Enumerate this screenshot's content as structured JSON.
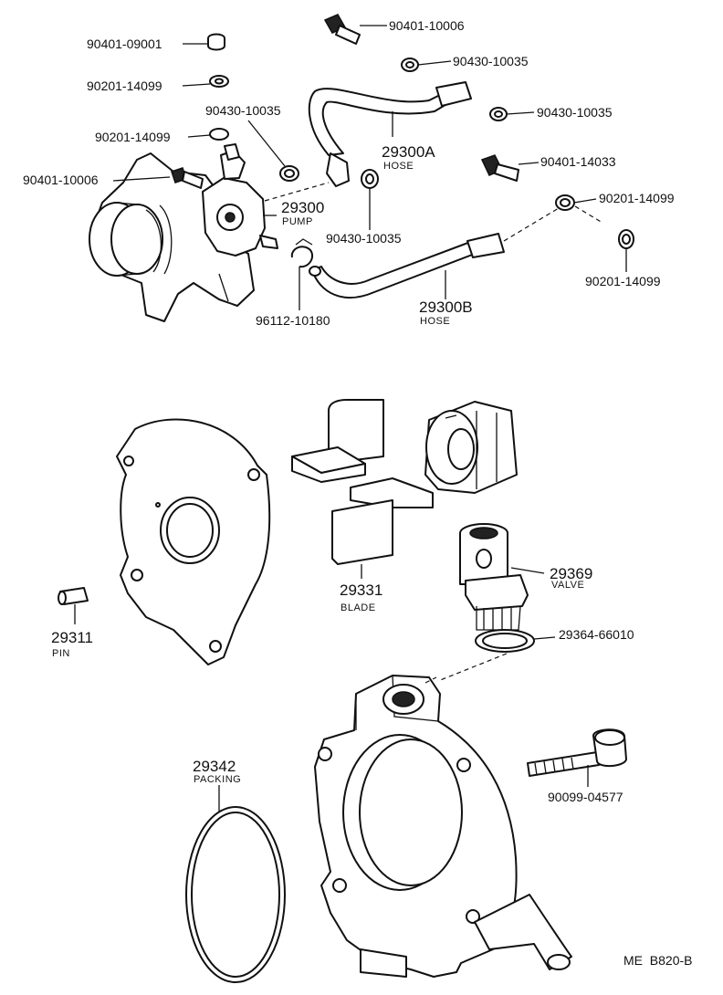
{
  "parts": {
    "p_90401_09001": "90401-09001",
    "p_90201_14099_a": "90201-14099",
    "p_90201_14099_b": "90201-14099",
    "p_90401_10006_a": "90401-10006",
    "p_90401_10006_b": "90401-10006",
    "p_90430_10035_a": "90430-10035",
    "p_90430_10035_b": "90430-10035",
    "p_90430_10035_c": "90430-10035",
    "p_90430_10035_d": "90430-10035",
    "p_90401_14033": "90401-14033",
    "p_90201_14099_c": "90201-14099",
    "p_90201_14099_d": "90201-14099",
    "p_29300A": "29300A",
    "p_29300A_sub": "HOSE",
    "p_29300": "29300",
    "p_29300_sub": "PUMP",
    "p_96112_10180": "96112-10180",
    "p_29300B": "29300B",
    "p_29300B_sub": "HOSE",
    "p_29331": "29331",
    "p_29331_sub": "BLADE",
    "p_29369": "29369",
    "p_29369_sub": "VALVE",
    "p_29364_66010": "29364-66010",
    "p_29311": "29311",
    "p_29311_sub": "PIN",
    "p_29342": "29342",
    "p_29342_sub": "PACKING",
    "p_90099_04577": "90099-04577"
  },
  "footer": {
    "code": "ME  B820-B"
  }
}
